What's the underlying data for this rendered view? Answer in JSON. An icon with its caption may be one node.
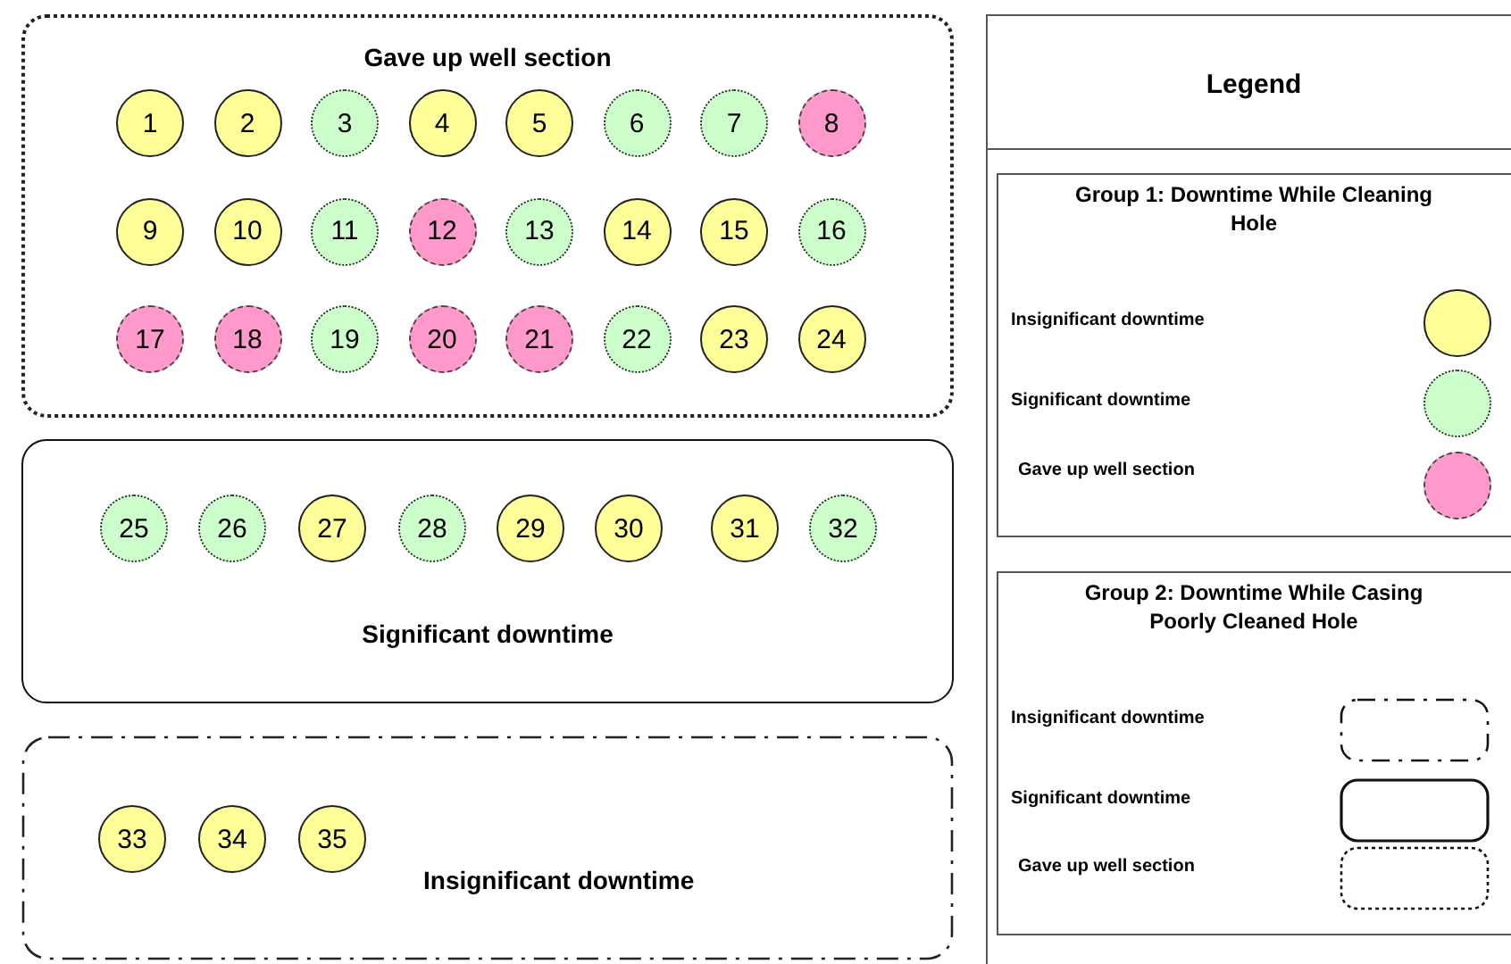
{
  "diagram": {
    "nodes": [
      {
        "text": [
          "Gave up well section"
        ]
      },
      {
        "text": [
          "1"
        ],
        "in": 0
      },
      {
        "text": [
          "2"
        ],
        "in": 0
      },
      {
        "text": [
          "3"
        ],
        "in": 0
      },
      {
        "text": [
          "4"
        ],
        "in": 0
      },
      {
        "text": [
          "5"
        ],
        "in": 0
      },
      {
        "text": [
          "6"
        ],
        "in": 0
      },
      {
        "text": [
          "7"
        ],
        "in": 0
      },
      {
        "text": [
          "8"
        ],
        "in": 0
      },
      {
        "text": [
          "9"
        ],
        "in": 0
      },
      {
        "text": [
          "10"
        ],
        "in": 0
      },
      {
        "text": [
          "11"
        ],
        "in": 0
      },
      {
        "text": [
          "12"
        ],
        "in": 0
      },
      {
        "text": [
          "13"
        ],
        "in": 0
      },
      {
        "text": [
          "14"
        ],
        "in": 0
      },
      {
        "text": [
          "15"
        ],
        "in": 0
      },
      {
        "text": [
          "16"
        ],
        "in": 0
      },
      {
        "text": [
          "17"
        ],
        "in": 0
      },
      {
        "text": [
          "18"
        ],
        "in": 0
      },
      {
        "text": [
          "19"
        ],
        "in": 0
      },
      {
        "text": [
          "20"
        ],
        "in": 0
      },
      {
        "text": [
          "21"
        ],
        "in": 0
      },
      {
        "text": [
          "22"
        ],
        "in": 0
      },
      {
        "text": [
          "23"
        ],
        "in": 0
      },
      {
        "text": [
          "24"
        ],
        "in": 0
      },
      {
        "text": [
          "Significant downtime"
        ]
      },
      {
        "text": [
          "25"
        ],
        "in": 25
      },
      {
        "text": [
          "26"
        ],
        "in": 25
      },
      {
        "text": [
          "27"
        ],
        "in": 25
      },
      {
        "text": [
          "28"
        ],
        "in": 25
      },
      {
        "text": [
          "29"
        ],
        "in": 25
      },
      {
        "text": [
          "30"
        ],
        "in": 25
      },
      {
        "text": [
          "31"
        ],
        "in": 25
      },
      {
        "text": [
          "32"
        ],
        "in": 25
      },
      {
        "text": [
          "Insignificant downtime"
        ]
      },
      {
        "text": [
          "33"
        ],
        "in": 34
      },
      {
        "text": [
          "34"
        ],
        "in": 34
      },
      {
        "text": [
          "35"
        ],
        "in": 34
      }
    ],
    "edges": [],
    "labels": [
      "Legend",
      "Group 1: Downtime While Cleaning Hole",
      "Group 2: Downtime While Casing Poorly Cleaned Hole"
    ],
    "legend": [
      {
        "text": "Insignificant downtime",
        "color": "#ffff99"
      },
      {
        "text": "Significant downtime",
        "color": "#ccffcc"
      },
      {
        "text": "Gave up well section",
        "color": "#ff99cc"
      },
      {
        "text": "Insignificant downtime"
      },
      {
        "text": "Significant downtime"
      },
      {
        "text": "Gave up well section"
      }
    ]
  }
}
